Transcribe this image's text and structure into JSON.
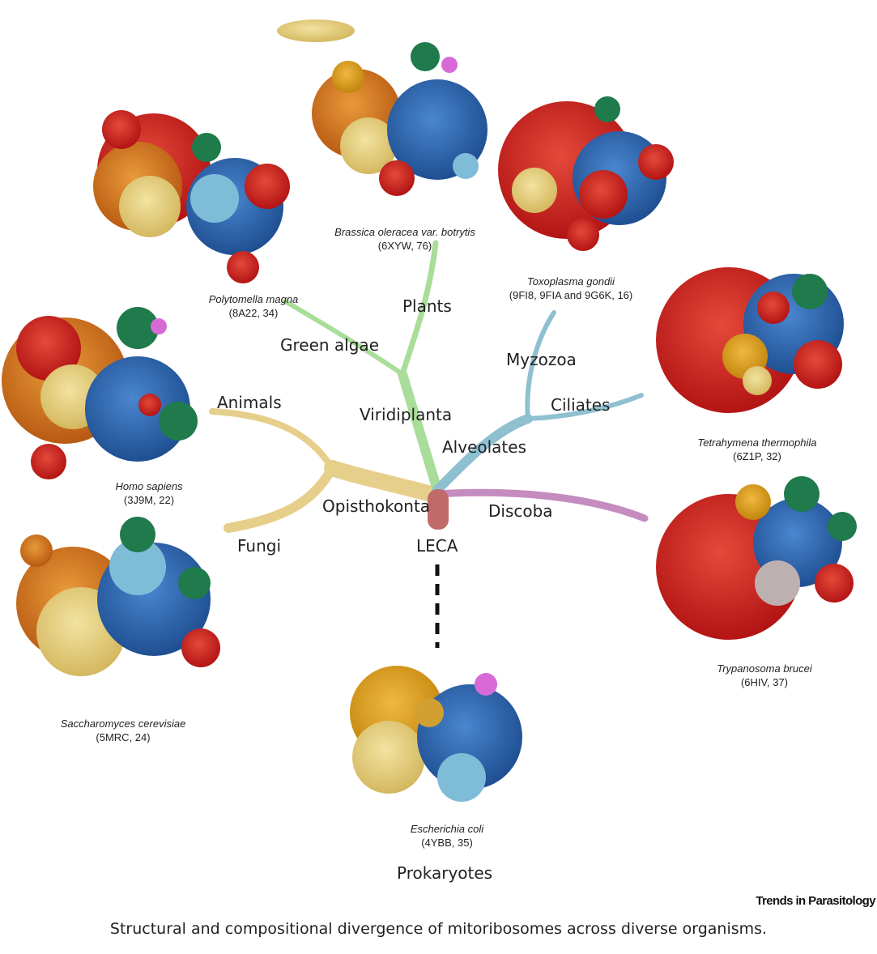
{
  "branches": {
    "plants": "Plants",
    "green_algae": "Green algae",
    "viridiplanta": "Viridiplanta",
    "animals": "Animals",
    "opisthokonta": "Opisthokonta",
    "fungi": "Fungi",
    "leca": "LECA",
    "discoba": "Discoba",
    "alveolates": "Alveolates",
    "ciliates": "Ciliates",
    "myzozoa": "Myzozoa",
    "prokaryotes": "Prokaryotes"
  },
  "organisms": [
    {
      "species": "Polytomella magna",
      "code": "(8A22, 34)"
    },
    {
      "species": "Brassica oleracea var. botrytis",
      "code": "(6XYW, 76)"
    },
    {
      "species": "Toxoplasma gondii",
      "code": "(9FI8, 9FIA and 9G6K, 16)"
    },
    {
      "species": "Tetrahymena thermophila",
      "code": "(6Z1P, 32)"
    },
    {
      "species": "Homo sapiens",
      "code": "(3J9M, 22)"
    },
    {
      "species": "Saccharomyces cerevisiae",
      "code": "(5MRC, 24)"
    },
    {
      "species": "Trypanosoma brucei",
      "code": "(6HIV, 37)"
    },
    {
      "species": "Escherichia coli",
      "code": "(4YBB, 35)"
    }
  ],
  "brand": "Trends in Parasitology",
  "caption": "Structural and compositional divergence of mitoribosomes across diverse organisms.",
  "colors": {
    "opisthokonta_branch": "#e6cf8a",
    "viridiplanta_branch": "#a9dd9a",
    "alveolate_branch": "#8fc0d0",
    "discoba_branch": "#c58cc0",
    "leca_root": "#c06a6a"
  }
}
